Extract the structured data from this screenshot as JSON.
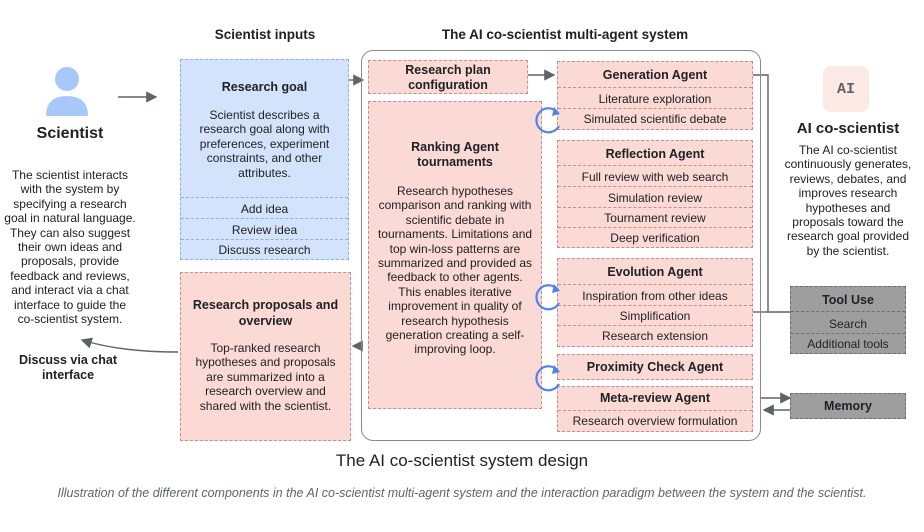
{
  "headers": {
    "scientist_inputs": "Scientist inputs",
    "system": "The AI co-scientist multi-agent system"
  },
  "scientist": {
    "label": "Scientist",
    "description": "The scientist interacts with the system by specifying a research goal in natural language. They can also suggest their own ideas and proposals, provide feedback and reviews, and interact via a chat interface to guide the co-scientist system.",
    "discuss_label": "Discuss via chat interface"
  },
  "research_goal": {
    "title": "Research goal",
    "body": "Scientist describes a research goal along with preferences, experiment constraints, and other attributes.",
    "items": [
      "Add idea",
      "Review idea",
      "Discuss research"
    ]
  },
  "proposals": {
    "title": "Research proposals and overview",
    "body": "Top-ranked research hypotheses and proposals are summarized into a research overview and shared with the scientist."
  },
  "plan_config": {
    "title": "Research plan configuration"
  },
  "ranking": {
    "title": "Ranking Agent tournaments",
    "body": "Research hypotheses comparison and ranking with scientific debate in tournaments. Limitations and top win-loss patterns are summarized and provided as feedback to other agents. This enables iterative improvement in quality of research hypothesis generation creating a self-improving  loop."
  },
  "agents": {
    "generation": {
      "title": "Generation Agent",
      "items": [
        "Literature exploration",
        "Simulated scientific debate"
      ]
    },
    "reflection": {
      "title": "Reflection Agent",
      "items": [
        "Full review with web search",
        "Simulation review",
        "Tournament review",
        "Deep verification"
      ]
    },
    "evolution": {
      "title": "Evolution Agent",
      "items": [
        "Inspiration from other ideas",
        "Simplification",
        "Research extension"
      ]
    },
    "proximity": {
      "title": "Proximity Check Agent"
    },
    "meta_review": {
      "title": "Meta-review Agent",
      "items": [
        "Research overview formulation"
      ]
    }
  },
  "ai_co_scientist": {
    "logo_text": "AI",
    "label": "AI co-scientist",
    "description": "The AI co-scientist continuously generates, reviews, debates, and improves research hypotheses and proposals toward the research goal provided by the scientist."
  },
  "tool_use": {
    "title": "Tool Use",
    "items": [
      "Search",
      "Additional tools"
    ]
  },
  "memory": {
    "title": "Memory"
  },
  "caption": {
    "title": "The AI co-scientist system design",
    "text": "Illustration of the different components in the AI co-scientist multi-agent system and the interaction paradigm between the system and the scientist."
  },
  "colors": {
    "agent_fill": "#fbd9d5",
    "goal_fill": "#d3e3fb",
    "tool_fill": "#9e9e9e",
    "loop_arrow": "#4f86e8",
    "person_icon": "#a8c7fa"
  },
  "icons": {
    "person": "person-icon",
    "ai_logo": "ai-logo-icon",
    "loop": "loop-arrow-icon"
  }
}
